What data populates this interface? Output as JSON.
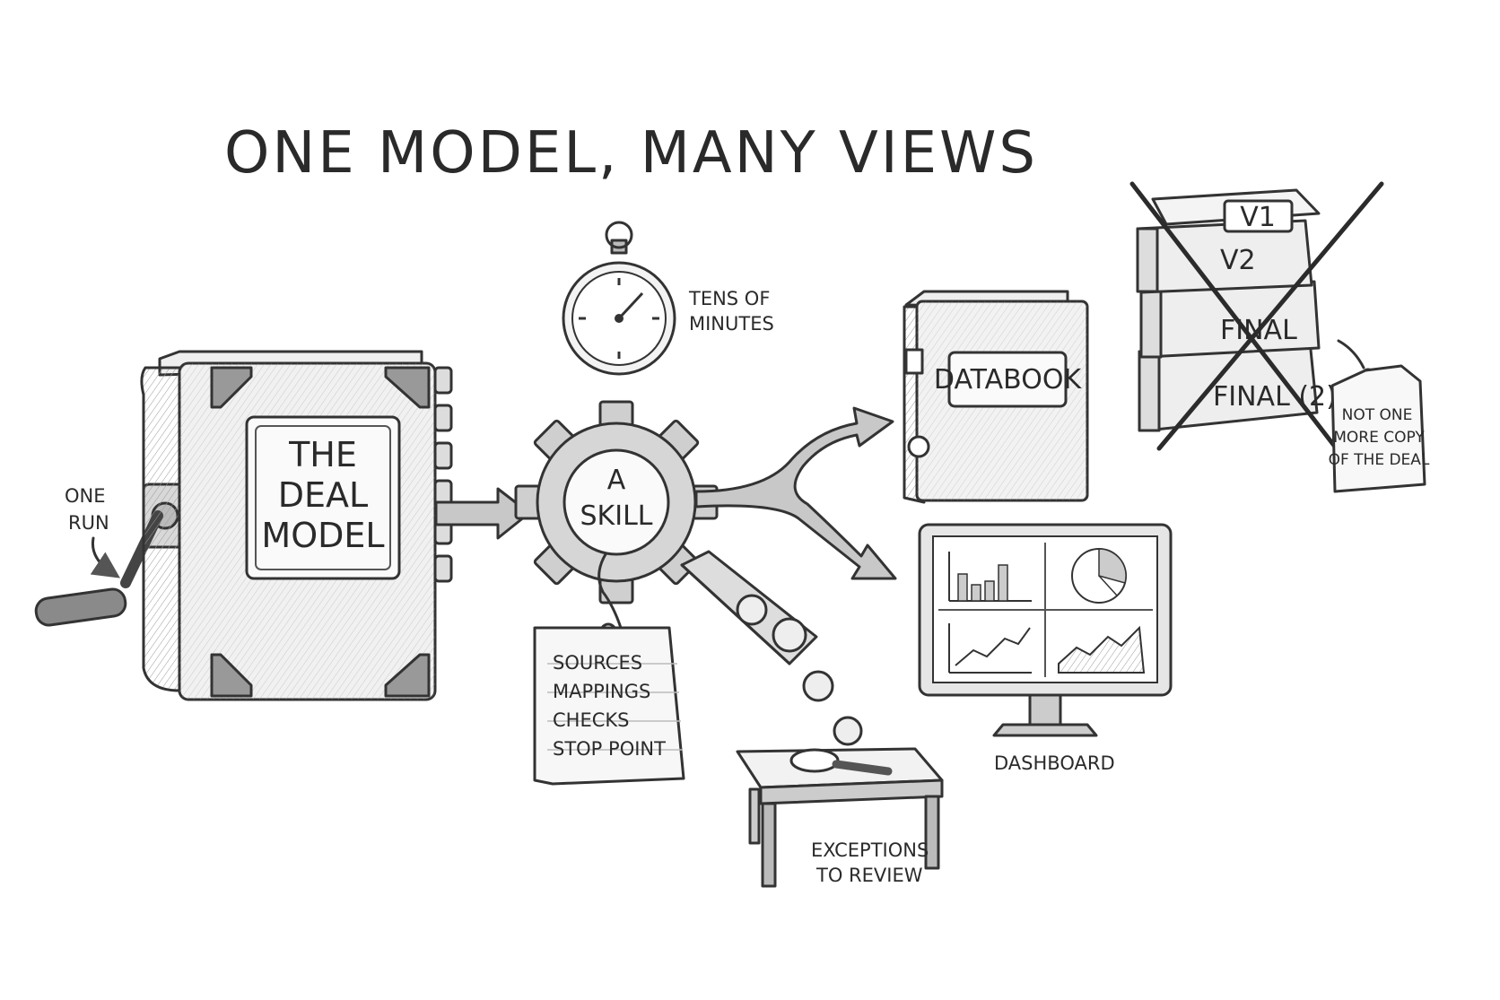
{
  "title": "ONE MODEL, MANY VIEWS",
  "crank_label": [
    "ONE",
    "RUN"
  ],
  "model_label": [
    "THE",
    "DEAL",
    "MODEL"
  ],
  "timer_label": [
    "TENS OF",
    "MINUTES"
  ],
  "skill_label": [
    "A",
    "SKILL"
  ],
  "skill_card": [
    "SOURCES",
    "MAPPINGS",
    "CHECKS",
    "STOP POINT"
  ],
  "exceptions_label": [
    "EXCEPTIONS",
    "TO REVIEW"
  ],
  "databook_label": "DATABOOK",
  "dashboard_label": "DASHBOARD",
  "binders": [
    "V1",
    "V2",
    "FINAL",
    "FINAL (2)"
  ],
  "tag_label": [
    "NOT ONE",
    "MORE COPY",
    "OF THE DEAL"
  ]
}
